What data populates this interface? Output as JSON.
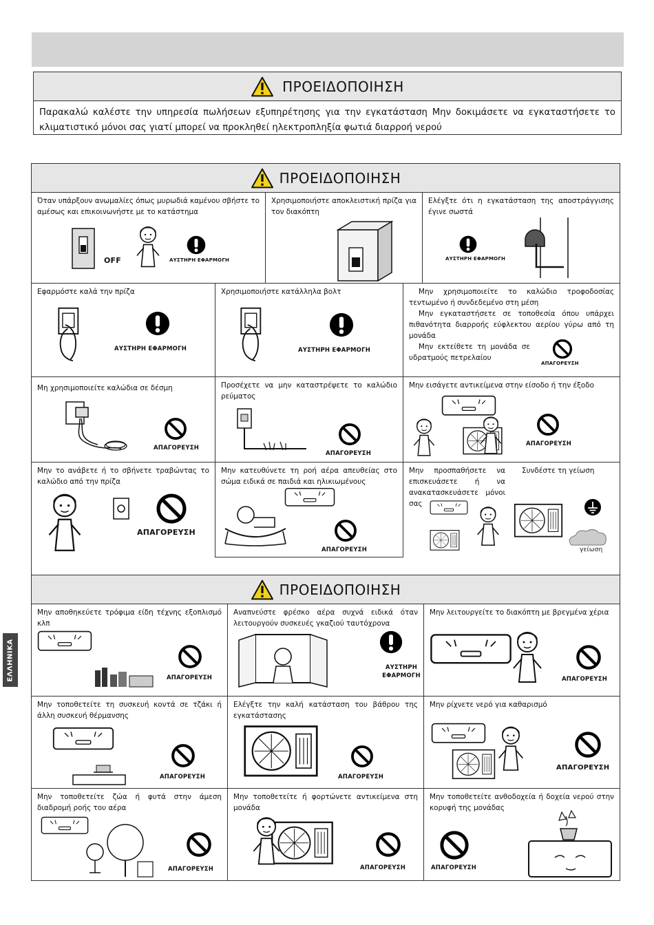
{
  "warning_title": "ΠΡΟΕΙΔΟΠΟΙΗΣΗ",
  "intro": {
    "title": "ΠΡΟΕΙΔΟΠΟΙΗΣΗ",
    "text": "Παρακαλώ καλέστε την υπηρεσία πωλήσεων εξυπηρέτησης για την εγκατάσταση Μην δοκιμάσετε να εγκαταστήσετε το κλιματιστικό μόνοι σας γιατί μπορεί να προκληθεί ηλεκτροπληξία φωτιά διαρροή νερού"
  },
  "labels": {
    "mandatory": "ΑΥΣΤΗΡΗ ΕΦΑΡΜΟΓΗ",
    "prohibited": "ΑΠΑΓΟΡΕΥΣΗ",
    "off": "OFF",
    "ground": "γείωση"
  },
  "side_tab": "ΕΛΛΗΝΙΚΑ",
  "section1": {
    "title": "ΠΡΟΕΙΔΟΠΟΙΗΣΗ",
    "cells": [
      "Όταν υπάρξουν ανωμαλίες όπως μυρωδιά καμένου σβήστε το αμέσως και επικοινωνήστε με το κατάστημα",
      "Χρησιμοποιήστε αποκλειστική πρίζα για τον διακόπτη",
      "Ελέγξτε ότι η εγκατάσταση της αποστράγγισης έγινε σωστά",
      "Εφαρμόστε καλά την πρίζα",
      "Χρησιμοποιήστε κατάλληλα βολτ",
      "Μην χρησιμοποιείτε το καλώδιο τροφοδοσίας τεντωμένο ή συνδεδεμένο στη μέση",
      "Μην εγκαταστήσετε σε τοποθεσία όπου υπάρχει πιθανότητα διαρροής εύφλεκτου αερίου γύρω από τη μονάδα",
      "Μην εκτείθετε τη μονάδα σε υδρατμούς πετρελαίου",
      "Μη χρησιμοποιείτε καλώδια σε δέσμη",
      "Προσέχετε να μην καταστρέψετε το καλώδιο ρεύματος",
      "Μην εισάγετε αντικείμενα στην είσοδο ή την έξοδο",
      "Μην το ανάβετε ή το σβήνετε τραβώντας το καλώδιο από την πρίζα",
      "Μην κατευθύνετε τη ροή αέρα απευθείας στο σώμα ειδικά σε παιδιά και ηλικιωμένους",
      "Μην προσπαθήσετε να επισκευάσετε ή να ανακατασκευάσετε μόνοι σας",
      "Συνδέστε τη γείωση"
    ]
  },
  "section2": {
    "title": "ΠΡΟΕΙΔΟΠΟΙΗΣΗ",
    "cells": [
      "Μην αποθηκεύετε τρόφιμα είδη τέχνης εξοπλισμό κλπ",
      "Αναπνεύστε φρέσκο αέρα συχνά ειδικά όταν λειτουργούν συσκευές γκαζιού ταυτόχρονα",
      "Μην λειτουργείτε το διακόπτη με βρεγμένα χέρια",
      "Μην τοποθετείτε τη συσκευή κοντά σε τζάκι ή άλλη συσκευή θέρμανσης",
      "Ελέγξτε την καλή κατάσταση του βάθρου της εγκατάστασης",
      "Μην ρίχνετε νερό για καθαρισμό",
      "Μην τοποθετείτε ζώα ή φυτά στην άμεση διαδρομή ροής του αέρα",
      "Μην τοποθετείτε ή φορτώνετε αντικείμενα στη μονάδα",
      "Μην τοποθετείτε ανθοδοχεία ή δοχεία νερού στην κορυφή της μονάδας"
    ]
  }
}
